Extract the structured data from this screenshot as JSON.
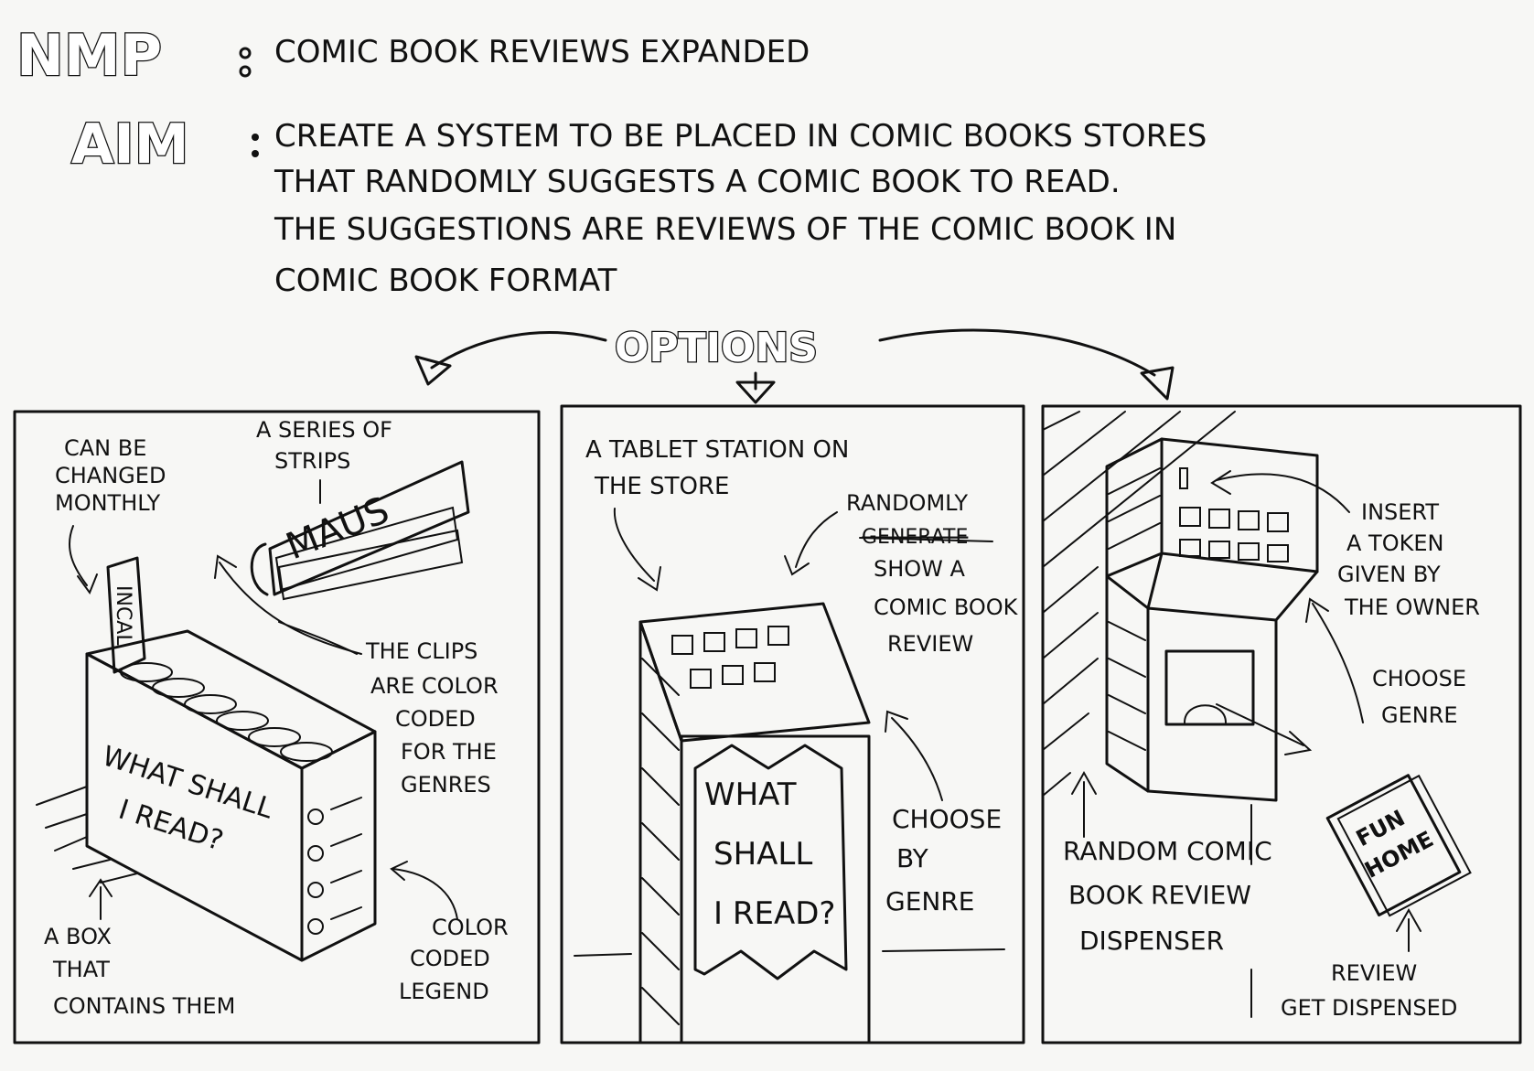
{
  "header": {
    "nmp_logo": "NMP",
    "title": "COMIC BOOK REVIEWS EXPANDED",
    "aim_logo": "AIM",
    "aim_lines": [
      "CREATE A SYSTEM TO BE PLACED IN COMIC BOOKS STORES",
      "THAT RANDOMLY SUGGESTS A COMIC BOOK TO READ.",
      "THE SUGGESTIONS ARE REVIEWS OF THE COMIC BOOK IN",
      "COMIC BOOK FORMAT"
    ]
  },
  "options_label": "OPTIONS",
  "panel1": {
    "can_be_changed": [
      "CAN BE",
      "CHANGED",
      "MONTHLY"
    ],
    "series_of_strips": [
      "A SERIES OF",
      "STRIPS"
    ],
    "strip_title": "MAUS",
    "clip_label": "INCAL",
    "clips_note": [
      "THE CLIPS",
      "ARE COLOR",
      "CODED",
      "FOR THE",
      "GENRES"
    ],
    "box_text": [
      "WHAT SHALL",
      "I READ?"
    ],
    "box_note": [
      "A BOX",
      "THAT",
      "CONTAINS THEM"
    ],
    "legend_note": [
      "COLOR",
      "CODED",
      "LEGEND"
    ]
  },
  "panel2": {
    "tablet_station": [
      "A TABLET STATION ON",
      "THE STORE"
    ],
    "randomly": "RANDOMLY",
    "struck_word": "GENERATE",
    "show_review": [
      "SHOW A",
      "COMIC BOOK",
      "REVIEW"
    ],
    "screen_text": [
      "WHAT",
      "SHALL",
      "I READ?"
    ],
    "choose_genre": [
      "CHOOSE",
      "BY",
      "GENRE"
    ]
  },
  "panel3": {
    "insert_token": [
      "INSERT",
      "A TOKEN",
      "GIVEN BY",
      "THE OWNER"
    ],
    "choose_genre": [
      "CHOOSE",
      "GENRE"
    ],
    "dispenser": [
      "RANDOM COMIC",
      "BOOK REVIEW",
      "DISPENSER"
    ],
    "comic_title": [
      "FUN",
      "HOME"
    ],
    "review_note": [
      "REVIEW",
      "GET DISPENSED"
    ]
  }
}
